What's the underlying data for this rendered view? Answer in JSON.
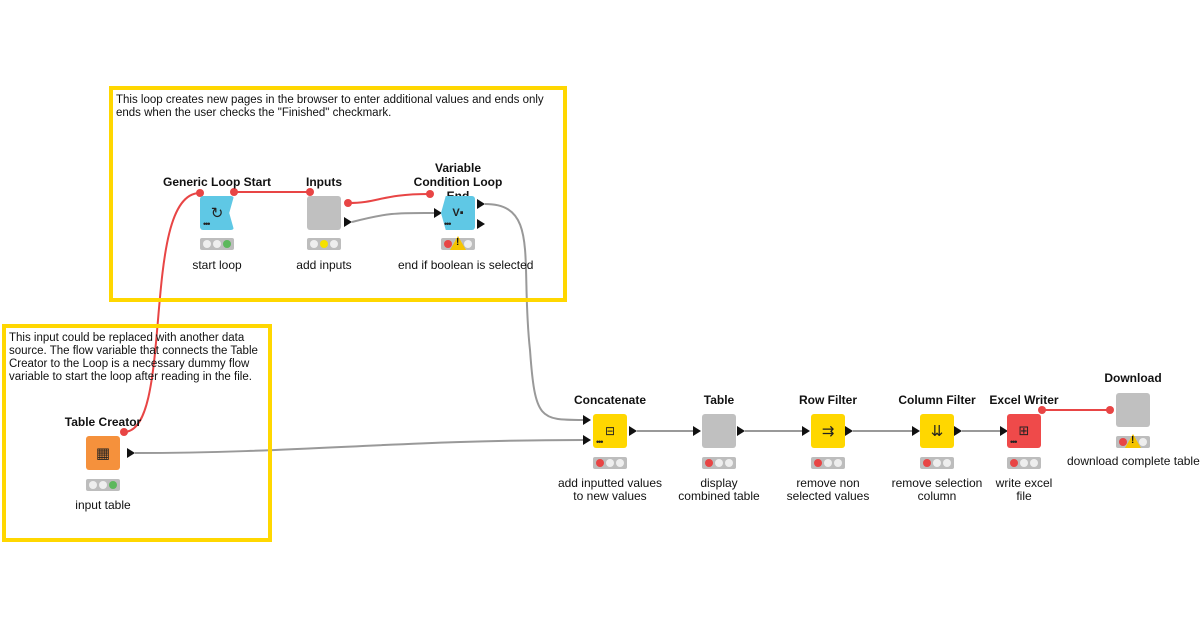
{
  "annotations": [
    {
      "id": "loop-note",
      "text": "This loop creates new pages in the browser to enter additional values and ends only ends when the user checks the \"Finished\" checkmark."
    },
    {
      "id": "input-note",
      "text": "This input could be replaced with another data source. The flow variable that connects the Table Creator to the Loop is a necessary dummy flow variable to start the loop after reading in the file."
    }
  ],
  "nodes": [
    {
      "id": "generic-loop-start",
      "title": "Generic Loop Start",
      "label": "start loop",
      "color": "#5fc8e5",
      "icon": "loop-icon",
      "state": "green"
    },
    {
      "id": "inputs",
      "title": "Inputs",
      "label": "add inputs",
      "color": "#c0c0c0",
      "icon": "",
      "state": "yellow"
    },
    {
      "id": "variable-condition-loop-end",
      "title": "Variable Condition Loop End",
      "label": "end if boolean is selected",
      "color": "#5fc8e5",
      "icon": "variable-condition-icon",
      "state": "red-warning"
    },
    {
      "id": "table-creator",
      "title": "Table Creator",
      "label": "input table",
      "color": "#f5913c",
      "icon": "table-create-icon",
      "state": "green"
    },
    {
      "id": "concatenate",
      "title": "Concatenate",
      "label": "add inputted values to new values",
      "color": "#ffd700",
      "icon": "concatenate-icon",
      "state": "red"
    },
    {
      "id": "table",
      "title": "Table",
      "label": "display combined table",
      "color": "#c0c0c0",
      "icon": "",
      "state": "red"
    },
    {
      "id": "row-filter",
      "title": "Row Filter",
      "label": "remove non selected values",
      "color": "#ffd700",
      "icon": "row-filter-icon",
      "state": "red"
    },
    {
      "id": "column-filter",
      "title": "Column Filter",
      "label": "remove selection column",
      "color": "#ffd700",
      "icon": "column-filter-icon",
      "state": "red"
    },
    {
      "id": "excel-writer",
      "title": "Excel Writer",
      "label": "write excel file",
      "color": "#ef4a4a",
      "icon": "excel-icon",
      "state": "red"
    },
    {
      "id": "download",
      "title": "Download",
      "label": "download complete table",
      "color": "#c0c0c0",
      "icon": "",
      "state": "red-warning"
    }
  ],
  "colors": {
    "annotation_border": "#ffd700",
    "flow_variable": "#e84545",
    "data_connection": "#999999"
  }
}
